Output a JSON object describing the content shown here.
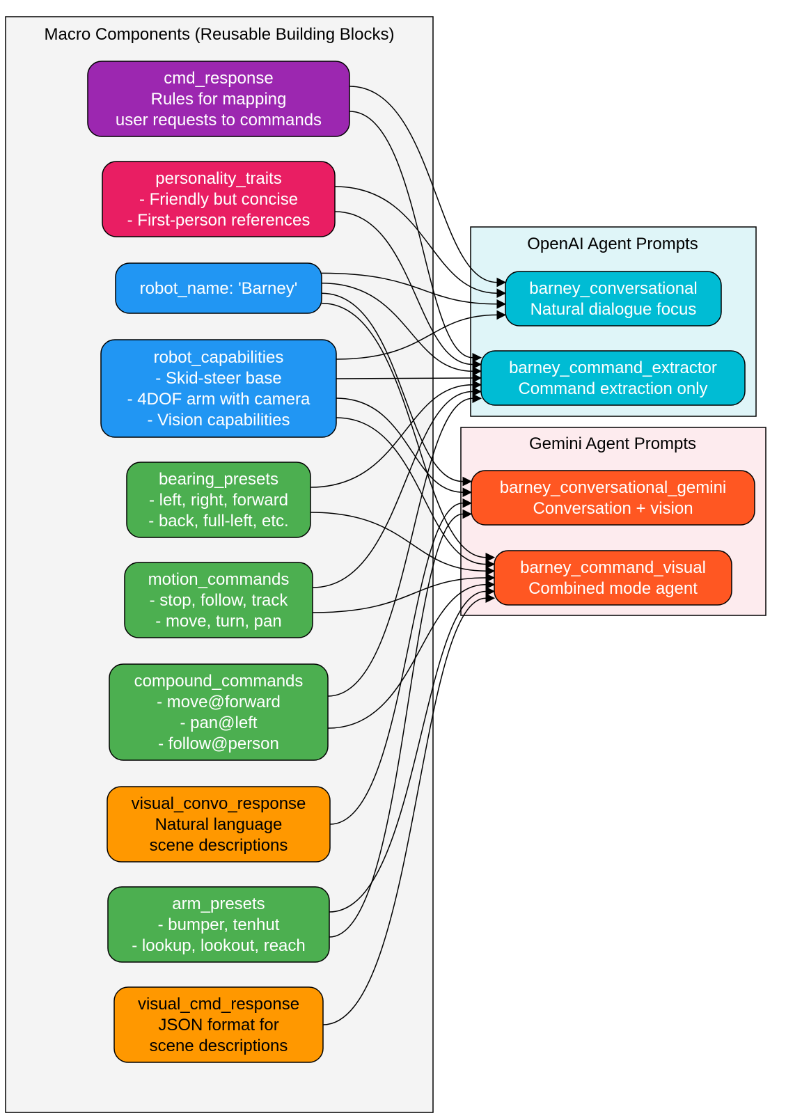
{
  "colors": {
    "macro_bg": "#f4f4f4",
    "openai_bg": "#dff5f8",
    "gemini_bg": "#fdebee",
    "purple": "#9c27b0",
    "pink": "#e91e63",
    "blue": "#2196f3",
    "green": "#4caf50",
    "orange": "#ff9800",
    "cyan": "#00bcd4",
    "red_orange": "#ff5722"
  },
  "clusters": {
    "macro": {
      "title": "Macro Components (Reusable Building Blocks)"
    },
    "openai": {
      "title": "OpenAI Agent Prompts"
    },
    "gemini": {
      "title": "Gemini Agent Prompts"
    }
  },
  "nodes": {
    "cmd_response": {
      "lines": [
        "cmd_response",
        "Rules for mapping",
        "user requests to commands"
      ],
      "color": "purple",
      "text_color": "#ffffff"
    },
    "personality_traits": {
      "lines": [
        "personality_traits",
        "- Friendly but concise",
        "- First-person references"
      ],
      "color": "pink",
      "text_color": "#ffffff"
    },
    "robot_name": {
      "lines": [
        "robot_name: 'Barney'"
      ],
      "color": "blue",
      "text_color": "#ffffff"
    },
    "robot_capabilities": {
      "lines": [
        "robot_capabilities",
        "- Skid-steer base",
        "- 4DOF arm with camera",
        "- Vision capabilities"
      ],
      "color": "blue",
      "text_color": "#ffffff"
    },
    "bearing_presets": {
      "lines": [
        "bearing_presets",
        "- left, right, forward",
        "- back, full-left, etc."
      ],
      "color": "green",
      "text_color": "#ffffff"
    },
    "motion_commands": {
      "lines": [
        "motion_commands",
        "- stop, follow, track",
        "- move, turn, pan"
      ],
      "color": "green",
      "text_color": "#ffffff"
    },
    "compound_commands": {
      "lines": [
        "compound_commands",
        "- move@forward",
        "- pan@left",
        "- follow@person"
      ],
      "color": "green",
      "text_color": "#ffffff"
    },
    "visual_convo_response": {
      "lines": [
        "visual_convo_response",
        "Natural language",
        "scene descriptions"
      ],
      "color": "orange",
      "text_color": "#000000"
    },
    "arm_presets": {
      "lines": [
        "arm_presets",
        "- bumper, tenhut",
        "- lookup, lookout, reach"
      ],
      "color": "green",
      "text_color": "#ffffff"
    },
    "visual_cmd_response": {
      "lines": [
        "visual_cmd_response",
        "JSON format for",
        "scene descriptions"
      ],
      "color": "orange",
      "text_color": "#000000"
    },
    "barney_conversational": {
      "lines": [
        "barney_conversational",
        "Natural dialogue focus"
      ],
      "color": "cyan",
      "text_color": "#ffffff"
    },
    "barney_command_extractor": {
      "lines": [
        "barney_command_extractor",
        "Command extraction only"
      ],
      "color": "cyan",
      "text_color": "#ffffff"
    },
    "barney_conversational_gemini": {
      "lines": [
        "barney_conversational_gemini",
        "Conversation + vision"
      ],
      "color": "red_orange",
      "text_color": "#ffffff"
    },
    "barney_command_visual": {
      "lines": [
        "barney_command_visual",
        "Combined mode agent"
      ],
      "color": "red_orange",
      "text_color": "#ffffff"
    }
  },
  "edges": [
    [
      "cmd_response",
      "barney_conversational"
    ],
    [
      "cmd_response",
      "barney_command_extractor"
    ],
    [
      "personality_traits",
      "barney_conversational"
    ],
    [
      "personality_traits",
      "barney_command_extractor"
    ],
    [
      "robot_name",
      "barney_conversational"
    ],
    [
      "robot_name",
      "barney_command_extractor"
    ],
    [
      "robot_name",
      "barney_conversational_gemini"
    ],
    [
      "robot_name",
      "barney_command_visual"
    ],
    [
      "robot_capabilities",
      "barney_conversational"
    ],
    [
      "robot_capabilities",
      "barney_command_extractor"
    ],
    [
      "robot_capabilities",
      "barney_conversational_gemini"
    ],
    [
      "robot_capabilities",
      "barney_command_visual"
    ],
    [
      "bearing_presets",
      "barney_command_extractor"
    ],
    [
      "bearing_presets",
      "barney_command_visual"
    ],
    [
      "motion_commands",
      "barney_command_extractor"
    ],
    [
      "motion_commands",
      "barney_command_visual"
    ],
    [
      "compound_commands",
      "barney_command_extractor"
    ],
    [
      "compound_commands",
      "barney_command_visual"
    ],
    [
      "visual_convo_response",
      "barney_conversational_gemini"
    ],
    [
      "arm_presets",
      "barney_command_visual"
    ],
    [
      "arm_presets",
      "barney_conversational_gemini"
    ],
    [
      "visual_cmd_response",
      "barney_command_visual"
    ]
  ]
}
